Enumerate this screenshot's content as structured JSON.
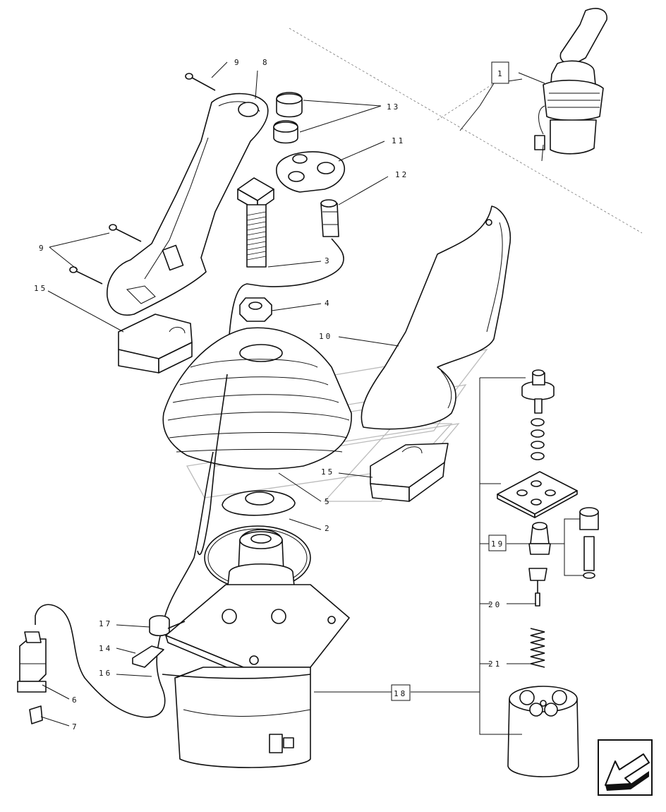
{
  "diagram": {
    "callouts": [
      {
        "id": "c1",
        "label": "1"
      },
      {
        "id": "c2",
        "label": "2"
      },
      {
        "id": "c3",
        "label": "3"
      },
      {
        "id": "c4",
        "label": "4"
      },
      {
        "id": "c5",
        "label": "5"
      },
      {
        "id": "c6",
        "label": "6"
      },
      {
        "id": "c7",
        "label": "7"
      },
      {
        "id": "c8",
        "label": "8"
      },
      {
        "id": "c9a",
        "label": "9"
      },
      {
        "id": "c9b",
        "label": "9"
      },
      {
        "id": "c10",
        "label": "10"
      },
      {
        "id": "c11",
        "label": "11"
      },
      {
        "id": "c12",
        "label": "12"
      },
      {
        "id": "c13",
        "label": "13"
      },
      {
        "id": "c14",
        "label": "14"
      },
      {
        "id": "c15a",
        "label": "15"
      },
      {
        "id": "c15b",
        "label": "15"
      },
      {
        "id": "c16",
        "label": "16"
      },
      {
        "id": "c17",
        "label": "17"
      },
      {
        "id": "c18",
        "label": "18"
      },
      {
        "id": "c19",
        "label": "19"
      },
      {
        "id": "c20",
        "label": "20"
      },
      {
        "id": "c21",
        "label": "21"
      }
    ],
    "nav_icon": "arrow-down-left-icon"
  }
}
